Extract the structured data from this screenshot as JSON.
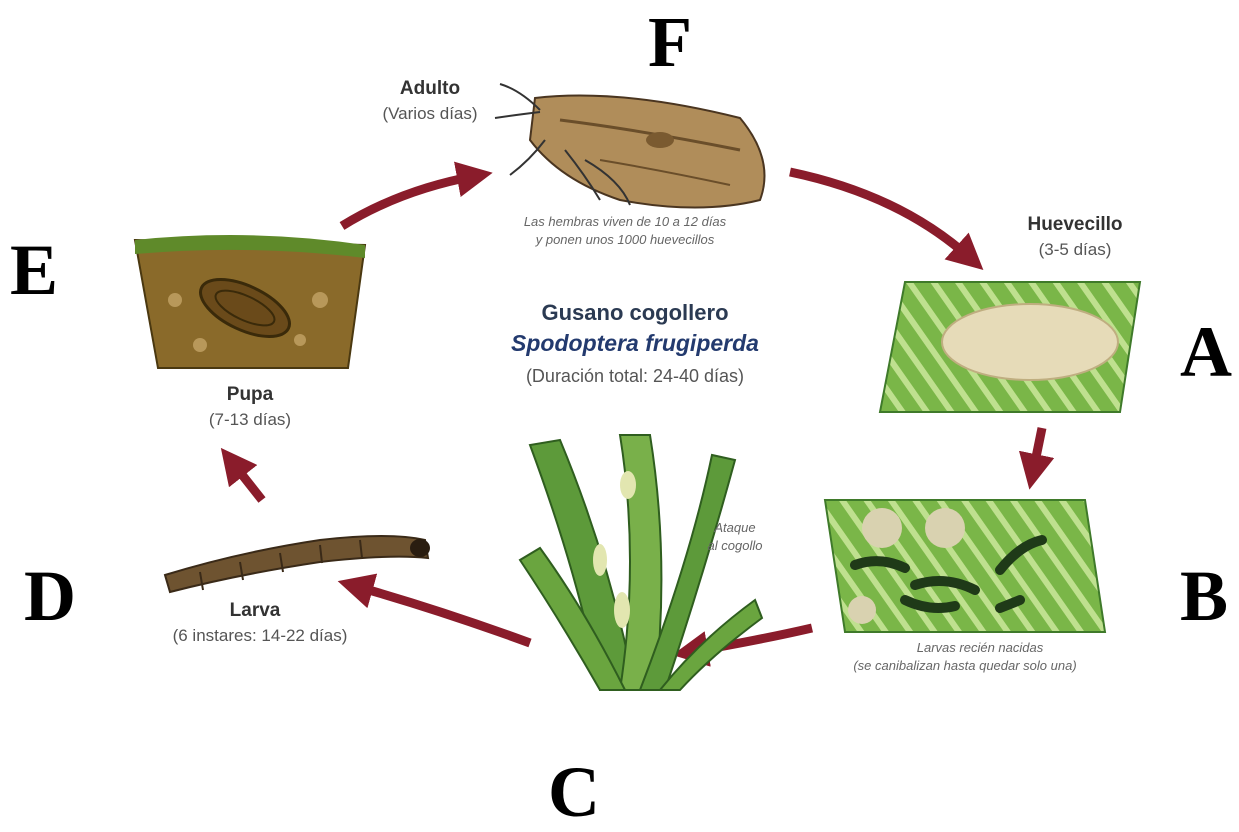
{
  "letters": {
    "a": "A",
    "b": "B",
    "c": "C",
    "d": "D",
    "e": "E",
    "f": "F"
  },
  "center": {
    "title": "Gusano cogollero",
    "scientific_name": "Spodoptera frugiperda",
    "duration": "(Duración total: 24-40 días)"
  },
  "stages": {
    "adult": {
      "name": "Adulto",
      "duration": "(Varios días)",
      "note_line1": "Las hembras viven de 10 a 12 días",
      "note_line2": "y ponen unos 1000 huevecillos"
    },
    "egg": {
      "name": "Huevecillo",
      "duration": "(3-5 días)"
    },
    "hatchling": {
      "note_line1": "Larvas recién nacidas",
      "note_line2": "(se canibalizan hasta quedar solo una)"
    },
    "attack": {
      "note_line1": "Ataque",
      "note_line2": "al cogollo"
    },
    "larva": {
      "name": "Larva",
      "duration": "(6 instares: 14-22 días)"
    },
    "pupa": {
      "name": "Pupa",
      "duration": "(7-13 días)"
    }
  },
  "colors": {
    "arrow": "#8a1c2b",
    "leaf": "#6fa83a",
    "leaf_dark": "#3f7a2a",
    "soil": "#8a6a2a",
    "moth": "#b08d5a",
    "larva": "#6e5330"
  }
}
